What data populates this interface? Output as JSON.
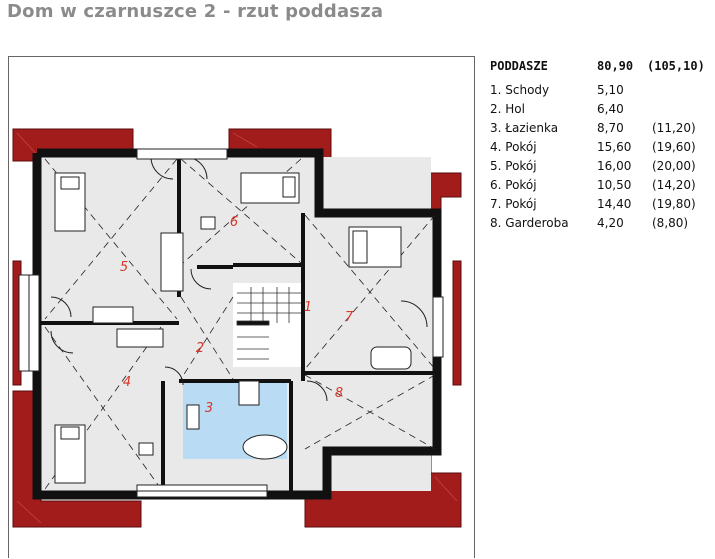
{
  "title": "Dom w czarnuszce 2 - rzut poddasza",
  "summary": {
    "label": "PODDASZE",
    "area": "80,90",
    "total": "(105,10)"
  },
  "rooms": [
    {
      "name": "1. Schody",
      "area": "5,10",
      "total": ""
    },
    {
      "name": "2. Hol",
      "area": "6,40",
      "total": ""
    },
    {
      "name": "3. Łazienka",
      "area": "8,70",
      "total": "(11,20)"
    },
    {
      "name": "4. Pokój",
      "area": "15,60",
      "total": "(19,60)"
    },
    {
      "name": "5. Pokój",
      "area": "16,00",
      "total": "(20,00)"
    },
    {
      "name": "6. Pokój",
      "area": "10,50",
      "total": "(14,20)"
    },
    {
      "name": "7. Pokój",
      "area": "14,40",
      "total": "(19,80)"
    },
    {
      "name": "8. Garderoba",
      "area": "4,20",
      "total": "(8,80)"
    }
  ],
  "plan_labels": [
    "1",
    "2",
    "3",
    "4",
    "5",
    "6",
    "7",
    "8"
  ],
  "colors": {
    "roof": "#a31c1c",
    "wall": "#111111",
    "floor": "#e6e6e6",
    "bath": "#b9dcf4",
    "label": "#d8362b"
  }
}
